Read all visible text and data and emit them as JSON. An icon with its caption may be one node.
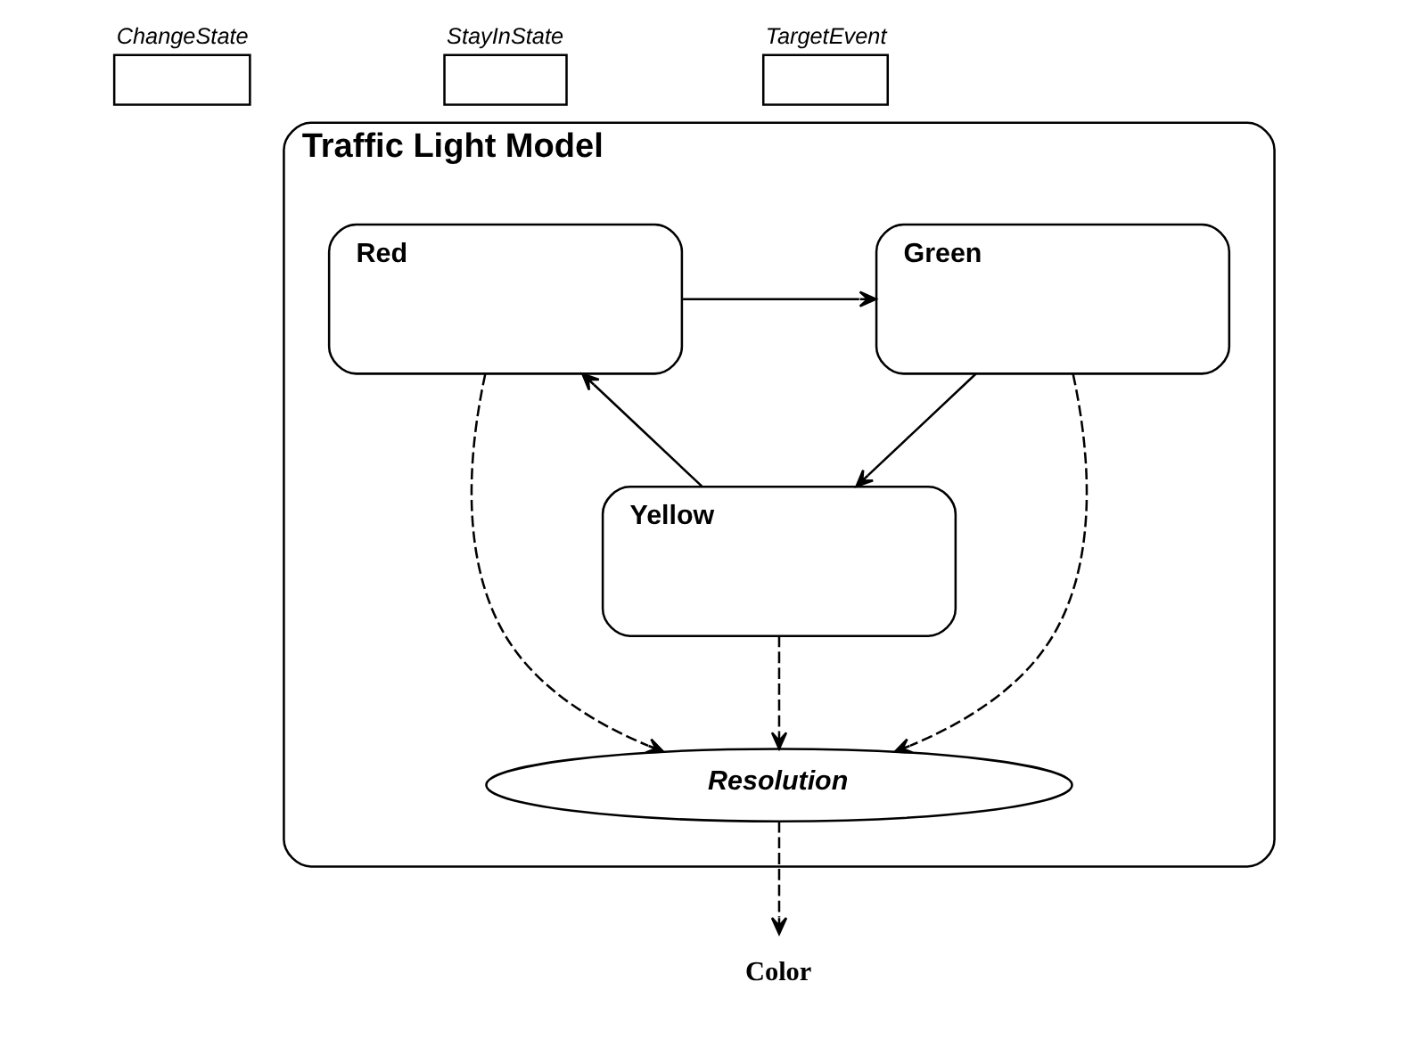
{
  "diagram": {
    "nodes": [
      {
        "text": [
          "ChangeState"
        ]
      },
      {
        "text": [
          "StayInState"
        ]
      },
      {
        "text": [
          "TargetEvent"
        ]
      },
      {
        "text": [
          "Traffic Light Model"
        ]
      },
      {
        "text": [
          "Red"
        ],
        "in": 3
      },
      {
        "text": [
          "Green"
        ],
        "in": 3
      },
      {
        "text": [
          "Yellow"
        ],
        "in": 3
      },
      {
        "text": [
          "Resolution"
        ],
        "in": 3
      },
      {
        "text": [
          "Color"
        ]
      }
    ],
    "edges": [
      {
        "from": 4,
        "to": 5,
        "arrow": "to"
      },
      {
        "from": 5,
        "to": 6,
        "arrow": "to"
      },
      {
        "from": 6,
        "to": 4,
        "arrow": "to"
      },
      {
        "from": 4,
        "to": 7,
        "arrow": "to",
        "style": "dashed"
      },
      {
        "from": 6,
        "to": 7,
        "arrow": "to",
        "style": "dashed"
      },
      {
        "from": 5,
        "to": 7,
        "arrow": "to",
        "style": "dashed"
      },
      {
        "from": 7,
        "to": 8,
        "arrow": "to",
        "style": "dashed"
      }
    ]
  }
}
